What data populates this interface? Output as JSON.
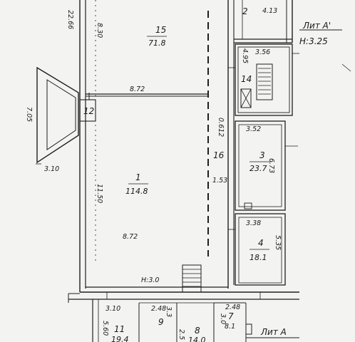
{
  "rooms": [
    {
      "number": "15",
      "area": "71.8"
    },
    {
      "number": "2",
      "area": "4.13"
    },
    {
      "number": "14",
      "area": ""
    },
    {
      "number": "12",
      "area": ""
    },
    {
      "number": "1",
      "area": "114.8"
    },
    {
      "number": "16",
      "area": "1.53"
    },
    {
      "number": "3",
      "area": "23.7"
    },
    {
      "number": "4",
      "area": "18.1"
    },
    {
      "number": "11",
      "area": "19.4"
    },
    {
      "number": "9",
      "area": ""
    },
    {
      "number": "8",
      "area": "14.0"
    },
    {
      "number": "7",
      "area": "8.1"
    }
  ],
  "dimensions": {
    "left_outer": "22.66",
    "top_left": "8.30",
    "divider": "8.72",
    "porch_side": "7.05",
    "porch_bottom": "3.10",
    "mid_left": "11.50",
    "lower_mid": "8.72",
    "corr": "0.612",
    "stair_top": "3.56",
    "stair_left": "4.95",
    "room3_top": "3.52",
    "room3_side": "6.73",
    "room4_top": "3.38",
    "room4_side": "5.35",
    "bottom_310": "3.10",
    "bottom_248a": "2.48",
    "bottom_248b": "2.48",
    "small_33": "3.3",
    "small_30": "3.0",
    "small_560": "5.60",
    "small_25": "2.5"
  },
  "labels": {
    "lit_top": "Лит А'",
    "height_top": "Н:3.25",
    "lit_bottom": "Лит А",
    "height_bottom": "Н:3.0"
  }
}
